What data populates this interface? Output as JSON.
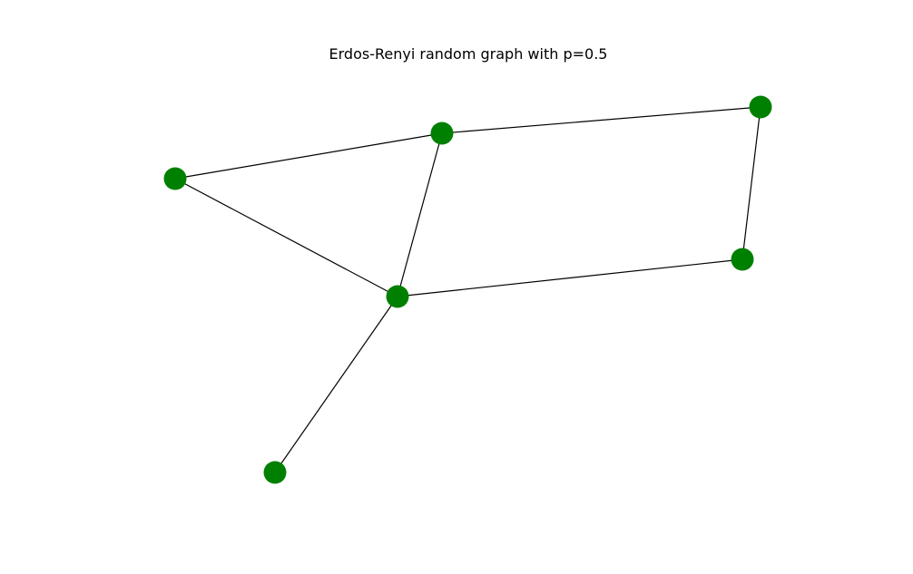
{
  "figure": {
    "title": "Erdos-Renyi random graph with p=0.5"
  },
  "graph": {
    "node_color": "#008000",
    "edge_color": "#000000",
    "nodes": [
      {
        "id": "n0"
      },
      {
        "id": "n1"
      },
      {
        "id": "n2"
      },
      {
        "id": "n3"
      },
      {
        "id": "n4"
      },
      {
        "id": "n5"
      }
    ],
    "edges": [
      {
        "source": "n0",
        "target": "n1"
      },
      {
        "source": "n1",
        "target": "n2"
      },
      {
        "source": "n0",
        "target": "n3"
      },
      {
        "source": "n1",
        "target": "n3"
      },
      {
        "source": "n2",
        "target": "n4"
      },
      {
        "source": "n3",
        "target": "n4"
      },
      {
        "source": "n3",
        "target": "n5"
      }
    ]
  }
}
